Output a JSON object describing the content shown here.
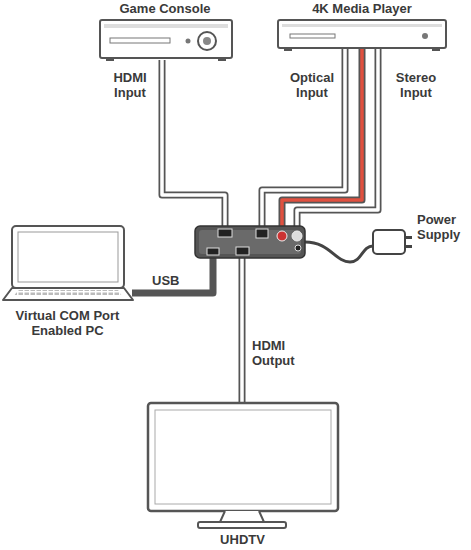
{
  "diagram": {
    "nodes": [
      {
        "text": [
          "Game Console"
        ]
      },
      {
        "text": [
          "4K Media Player"
        ]
      },
      {
        "text": [
          "Virtual COM Port Enabled PC"
        ]
      },
      {
        "text": [
          "Power Supply"
        ]
      },
      {
        "text": [
          "UHDTV"
        ]
      }
    ],
    "labels": [
      "HDMI Input",
      "Optical Input",
      "Stereo Input",
      "USB",
      "HDMI Output"
    ]
  }
}
